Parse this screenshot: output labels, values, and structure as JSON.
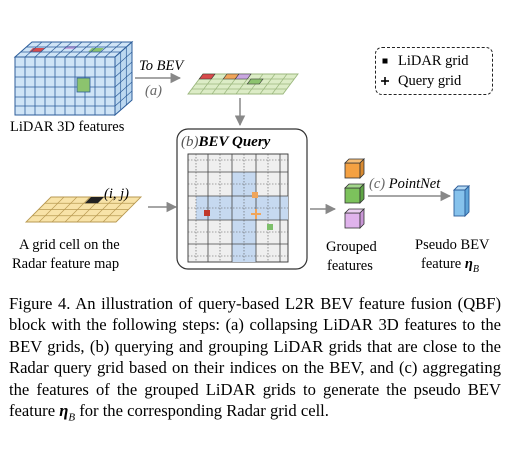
{
  "figure": {
    "to_bev_label": "To BEV",
    "step_a_label": "(a)",
    "lidar_features_label": "LiDAR 3D features",
    "bev_query_step": "(b)",
    "bev_query_title": "BEV Query",
    "radar_cell_coord": "(i, j)",
    "radar_cell_label_line1": "A grid cell on the",
    "radar_cell_label_line2": "Radar feature map",
    "pointnet_step": "(c)",
    "pointnet_label": "PointNet",
    "grouped_line1": "Grouped",
    "grouped_line2": "features",
    "pseudo_line1": "Pseudo BEV",
    "pseudo_line2_prefix": "feature ",
    "pseudo_symbol": "η",
    "pseudo_subscript": "B",
    "legend": {
      "lidar_grid_label": "LiDAR grid",
      "query_grid_label": "Query grid"
    },
    "colors": {
      "lidar_blue": "#cfe4f6",
      "lidar_edge": "#2c5d9a",
      "bev_green": "#dcecc6",
      "radar_yellow": "#f8e3a8",
      "query_blue": "#c6d9f0",
      "cell_red": "#c0392b",
      "cell_orange": "#f0a55a",
      "cell_green": "#7dbf6a",
      "cube_orange": "#f4a142",
      "cube_green": "#7cc25c",
      "cube_purple": "#e0b3ec",
      "pseudo_blue": "#86c2ec"
    }
  },
  "caption": {
    "figure_label": "Figure 4.",
    "text_lead": "An illustration of query-based L2R BEV feature fusion (QBF) block with the following steps: (a) collapsing LiDAR 3D features to the BEV grids, (b) querying and grouping LiDAR grids that are close to the Radar query grid based on their indices on the BEV, and (c) aggregating the features of the grouped LiDAR grids to generate the pseudo BEV feature ",
    "eta": "η",
    "eta_sub": "B",
    "text_tail": " for the corresponding Radar grid cell."
  }
}
